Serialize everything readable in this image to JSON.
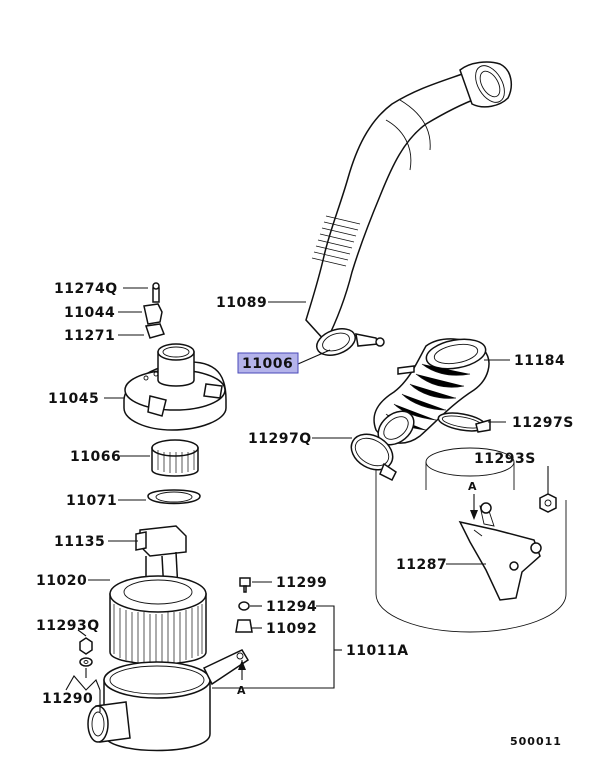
{
  "labels": {
    "p11274Q": "11274Q",
    "p11044": "11044",
    "p11271": "11271",
    "p11089": "11089",
    "p11006": "11006",
    "p11045": "11045",
    "p11184": "11184",
    "p11297S": "11297S",
    "p11297Q": "11297Q",
    "p11066": "11066",
    "p11293S": "11293S",
    "p11071": "11071",
    "p11135": "11135",
    "p11287": "11287",
    "p11020": "11020",
    "p11299": "11299",
    "p11294": "11294",
    "p11092": "11092",
    "p11293Q": "11293Q",
    "p11011A": "11011A",
    "p11290": "11290",
    "refA1": "A",
    "refA2": "A",
    "code": "500011"
  },
  "colors": {
    "highlight": "#b4b3ea",
    "highlight_border": "#4a4ab8",
    "ink": "#111111"
  }
}
